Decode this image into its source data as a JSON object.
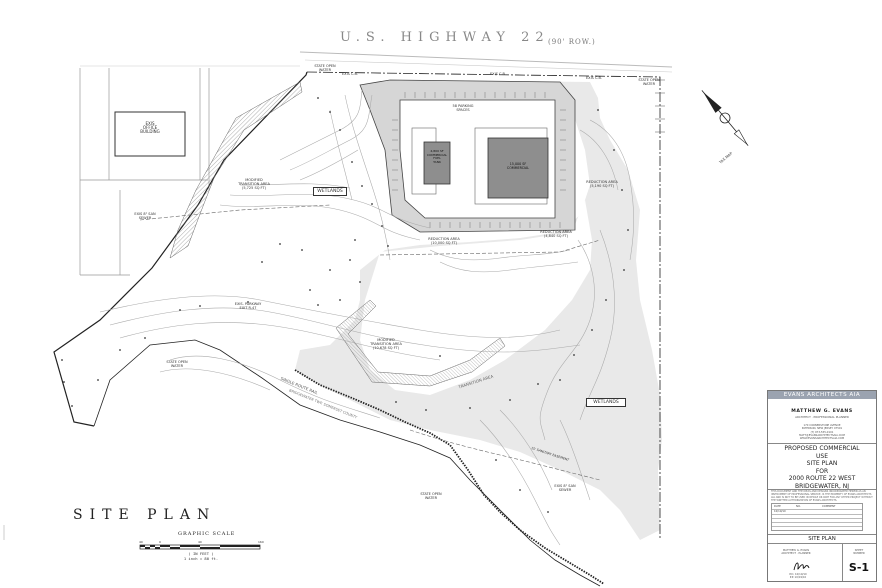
{
  "highway": {
    "name": "U.S. HIGHWAY 22",
    "row": "(90' ROW.)"
  },
  "plan": {
    "title": "SITE PLAN",
    "graphic_scale": {
      "title": "GRAPHIC SCALE",
      "note_line1": "( IN FEET )",
      "note_line2": "1 inch = 80 ft."
    },
    "labels": {
      "existing_building": [
        "EXIS",
        "OFFICE",
        "BUILDING"
      ],
      "parking": [
        "58 PARKING",
        "SPACES"
      ],
      "building_small": [
        "4,800 SF",
        "COMMERCIAL",
        "FUEL",
        "TANK"
      ],
      "building_large": [
        "15,000 SF",
        "COMMERCIAL"
      ],
      "wetlands_1": "WETLANDS",
      "wetlands_2": "WETLANDS",
      "transition_modified": [
        "MODIFIED",
        "TRANSITION AREA",
        "(5,725 SQ FT)"
      ],
      "transition_modified_2": [
        "MODIFIED",
        "TRANSITION AREA",
        "(10,678 SQ FT)"
      ],
      "reduction_1": [
        "REDUCTION AREA",
        "(10,000 SQ FT)"
      ],
      "reduction_2": [
        "REDUCTION AREA",
        "(4,840 SQ FT)"
      ],
      "reduction_3": [
        "REDUCTION AREA",
        "(5,190 SQ FT)"
      ],
      "state_open_water_1": [
        "STATE OPEN",
        "WATER"
      ],
      "state_open_water_2": [
        "STATE OPEN",
        "WATER"
      ],
      "state_open_water_3": [
        "STATE OPEN",
        "WATER"
      ],
      "state_open_water_4": [
        "STATE OPEN",
        "WATER"
      ],
      "transition_area": "TRANSITION AREA",
      "sanitary_easement": "15' SANITARY EASEMENT",
      "exis_sanitary": [
        "EXIS 8\" SAN",
        "SEWER"
      ],
      "exis_sanitary_2": [
        "EXIS 8\" SAN",
        "SEWER"
      ],
      "exis_trail": [
        "EXIS. PARKWAY",
        "EXIT R-47"
      ],
      "rail": "SINGLE ROUTE RAIL",
      "bridgewater": "BRIDGEWATER TWP. SOMERSET COUNTY",
      "tax_map": "TAX MAP",
      "inlet_labels": [
        "EXIS C.B.",
        "EXIS C.B.",
        "EXIS C.B."
      ]
    }
  },
  "title_block": {
    "firm": "EVANS ARCHITECTS AIA",
    "architect": "MATTHEW G. EVANS",
    "architect_title": "ARCHITECT · PROFESSIONAL PLANNER",
    "address_lines": [
      "170 CORNERSTONE AVENUE",
      "PATERSON, NEW JERSEY 07501",
      "(T) 973-555-0101",
      "MATT@EVANSARCHITECTSAIA.COM",
      "WWW.EVANSARCHITECTSAIA.COM"
    ],
    "project_lines": [
      "PROPOSED COMMERCIAL",
      "USE",
      "SITE PLAN",
      "FOR",
      "2000 ROUTE 22 WEST",
      "BRIDGEWATER, NJ"
    ],
    "notes": "THIS DOCUMENT AND THE IDEAS AND DESIGNS INCORPORATED HEREIN AS AN INSTRUMENT OF PROFESSIONAL SERVICE, IS THE PROPERTY OF EVANS ARCHITECTS AIA AND IS NOT TO BE USED IN WHOLE OR PART FOR ANY OTHER PROJECT WITHOUT THE WRITTEN AUTHORIZATION OF EVANS ARCHITECTS.",
    "table_headers": [
      "DATE",
      "NO.",
      "COMMENT"
    ],
    "table_rows": [
      [
        "10/19/10",
        "",
        ""
      ]
    ],
    "sheet_title": "SITE PLAN",
    "drawn_by": [
      "MATTHEW G. EVANS",
      "ARCHITECT · PLANNER"
    ],
    "sheet_label": [
      "SHEET",
      "NUMBER"
    ],
    "sheet_number": "S-1",
    "dates": [
      "P.D. 10/19/10",
      "P.P. 10/19/10"
    ]
  }
}
